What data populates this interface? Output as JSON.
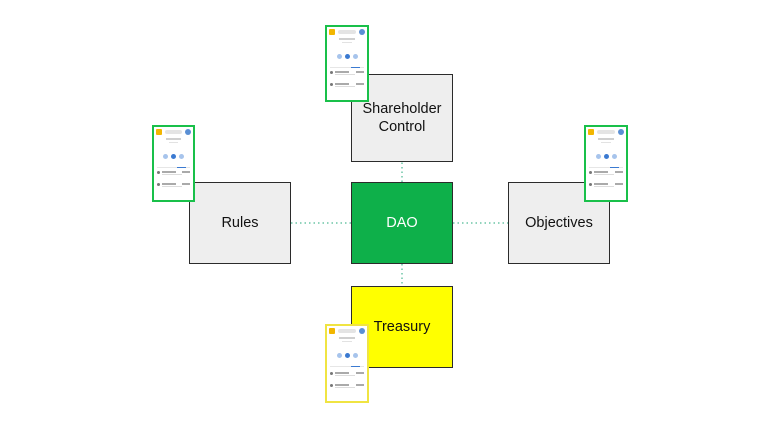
{
  "diagram": {
    "nodes": {
      "shareholder": {
        "label_line1": "Shareholder",
        "label_line2": "Control",
        "fill": "#eeeeee"
      },
      "rules": {
        "label": "Rules",
        "fill": "#eeeeee"
      },
      "dao": {
        "label": "DAO",
        "fill": "#0eb04a"
      },
      "objectives": {
        "label": "Objectives",
        "fill": "#eeeeee"
      },
      "treasury": {
        "label": "Treasury",
        "fill": "#ffff00"
      }
    },
    "edges": [
      {
        "from": "dao",
        "to": "shareholder"
      },
      {
        "from": "dao",
        "to": "rules"
      },
      {
        "from": "dao",
        "to": "objectives"
      },
      {
        "from": "dao",
        "to": "treasury"
      }
    ],
    "connector_color": "#6cc5a6",
    "phones": {
      "top": {
        "frame_color": "#19c04a"
      },
      "left": {
        "frame_color": "#19c04a"
      },
      "right": {
        "frame_color": "#19c04a"
      },
      "bottom": {
        "frame_color": "#f0e442"
      }
    }
  }
}
